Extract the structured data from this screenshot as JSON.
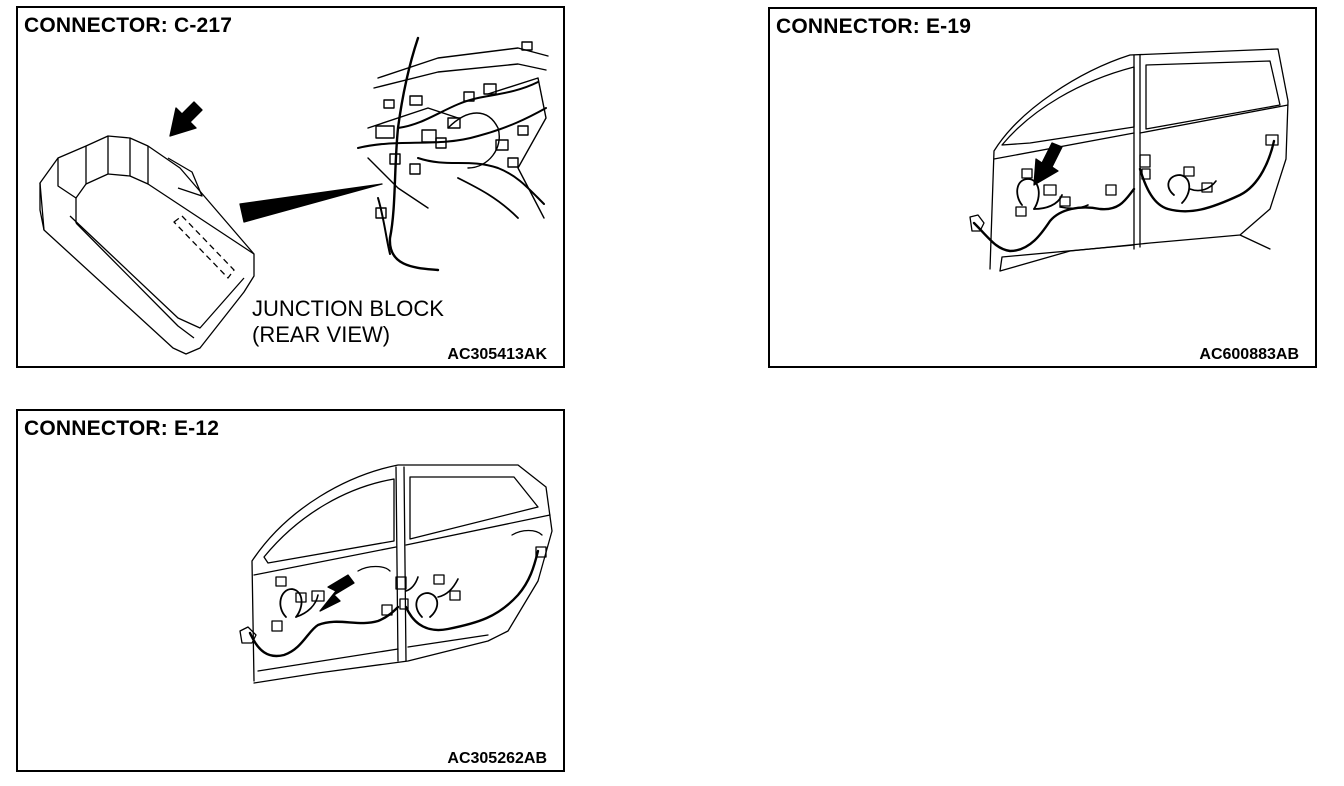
{
  "panels": [
    {
      "title": "CONNECTOR: C-217",
      "labels": [
        "JUNCTION BLOCK",
        "(REAR VIEW)"
      ],
      "code": "AC305413AK"
    },
    {
      "title": "CONNECTOR: E-19",
      "code": "AC600883AB"
    },
    {
      "title": "CONNECTOR: E-12",
      "code": "AC305262AB"
    }
  ],
  "colors": {
    "line": "#000000",
    "background": "#ffffff"
  },
  "icons": [
    "pointer-arrow-icon",
    "junction-block-illustration",
    "dashboard-harness-illustration",
    "rear-door-illustration",
    "car-side-doors-illustration"
  ]
}
